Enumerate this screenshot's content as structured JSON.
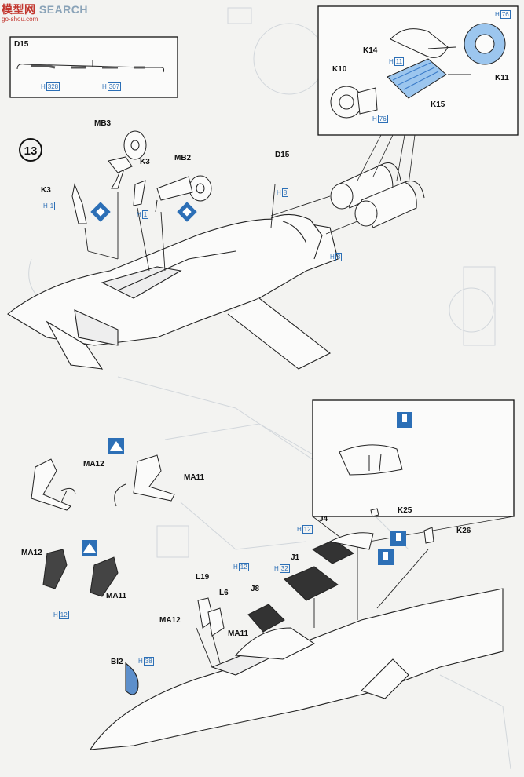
{
  "watermark": {
    "logo_text": "模型网",
    "brand": "SEARCH",
    "url": "go-shou.com"
  },
  "step_number": "13",
  "inset_d15": {
    "part": "D15",
    "colors": [
      {
        "prefix": "H",
        "code": "328"
      },
      {
        "prefix": "H",
        "code": "307"
      }
    ]
  },
  "inset_exhaust": {
    "parts": [
      "K14",
      "K10",
      "K15",
      "K11"
    ],
    "colors": [
      {
        "prefix": "H",
        "code": "76"
      },
      {
        "prefix": "H",
        "code": "11"
      },
      {
        "prefix": "H",
        "code": "76"
      }
    ]
  },
  "inset_bay": {},
  "labels": {
    "mb3": "MB3",
    "k3_upper": "K3",
    "mb2": "MB2",
    "k3_left": "K3",
    "d15": "D15",
    "ma12_a": "MA12",
    "ma11_a": "MA11",
    "ma12_b": "MA12",
    "ma11_b": "MA11",
    "l19": "L19",
    "l6": "L6",
    "ma12_c": "MA12",
    "ma11_c": "MA11",
    "j8": "J8",
    "j1": "J1",
    "j4": "J4",
    "k25": "K25",
    "k26": "K26",
    "bi2": "BI2"
  },
  "color_codes": {
    "k3": {
      "prefix": "H",
      "code": "1"
    },
    "k3b": {
      "prefix": "H",
      "code": "1"
    },
    "d15_main": {
      "prefix": "H",
      "code": "8"
    },
    "nozzle": {
      "prefix": "H",
      "code": "8"
    },
    "j4": {
      "prefix": "H",
      "code": "12"
    },
    "j8": {
      "prefix": "H",
      "code": "12"
    },
    "j1": {
      "prefix": "H",
      "code": "32"
    },
    "ma_b": {
      "prefix": "H",
      "code": "12"
    },
    "bi2": {
      "prefix": "H",
      "code": "38"
    }
  }
}
